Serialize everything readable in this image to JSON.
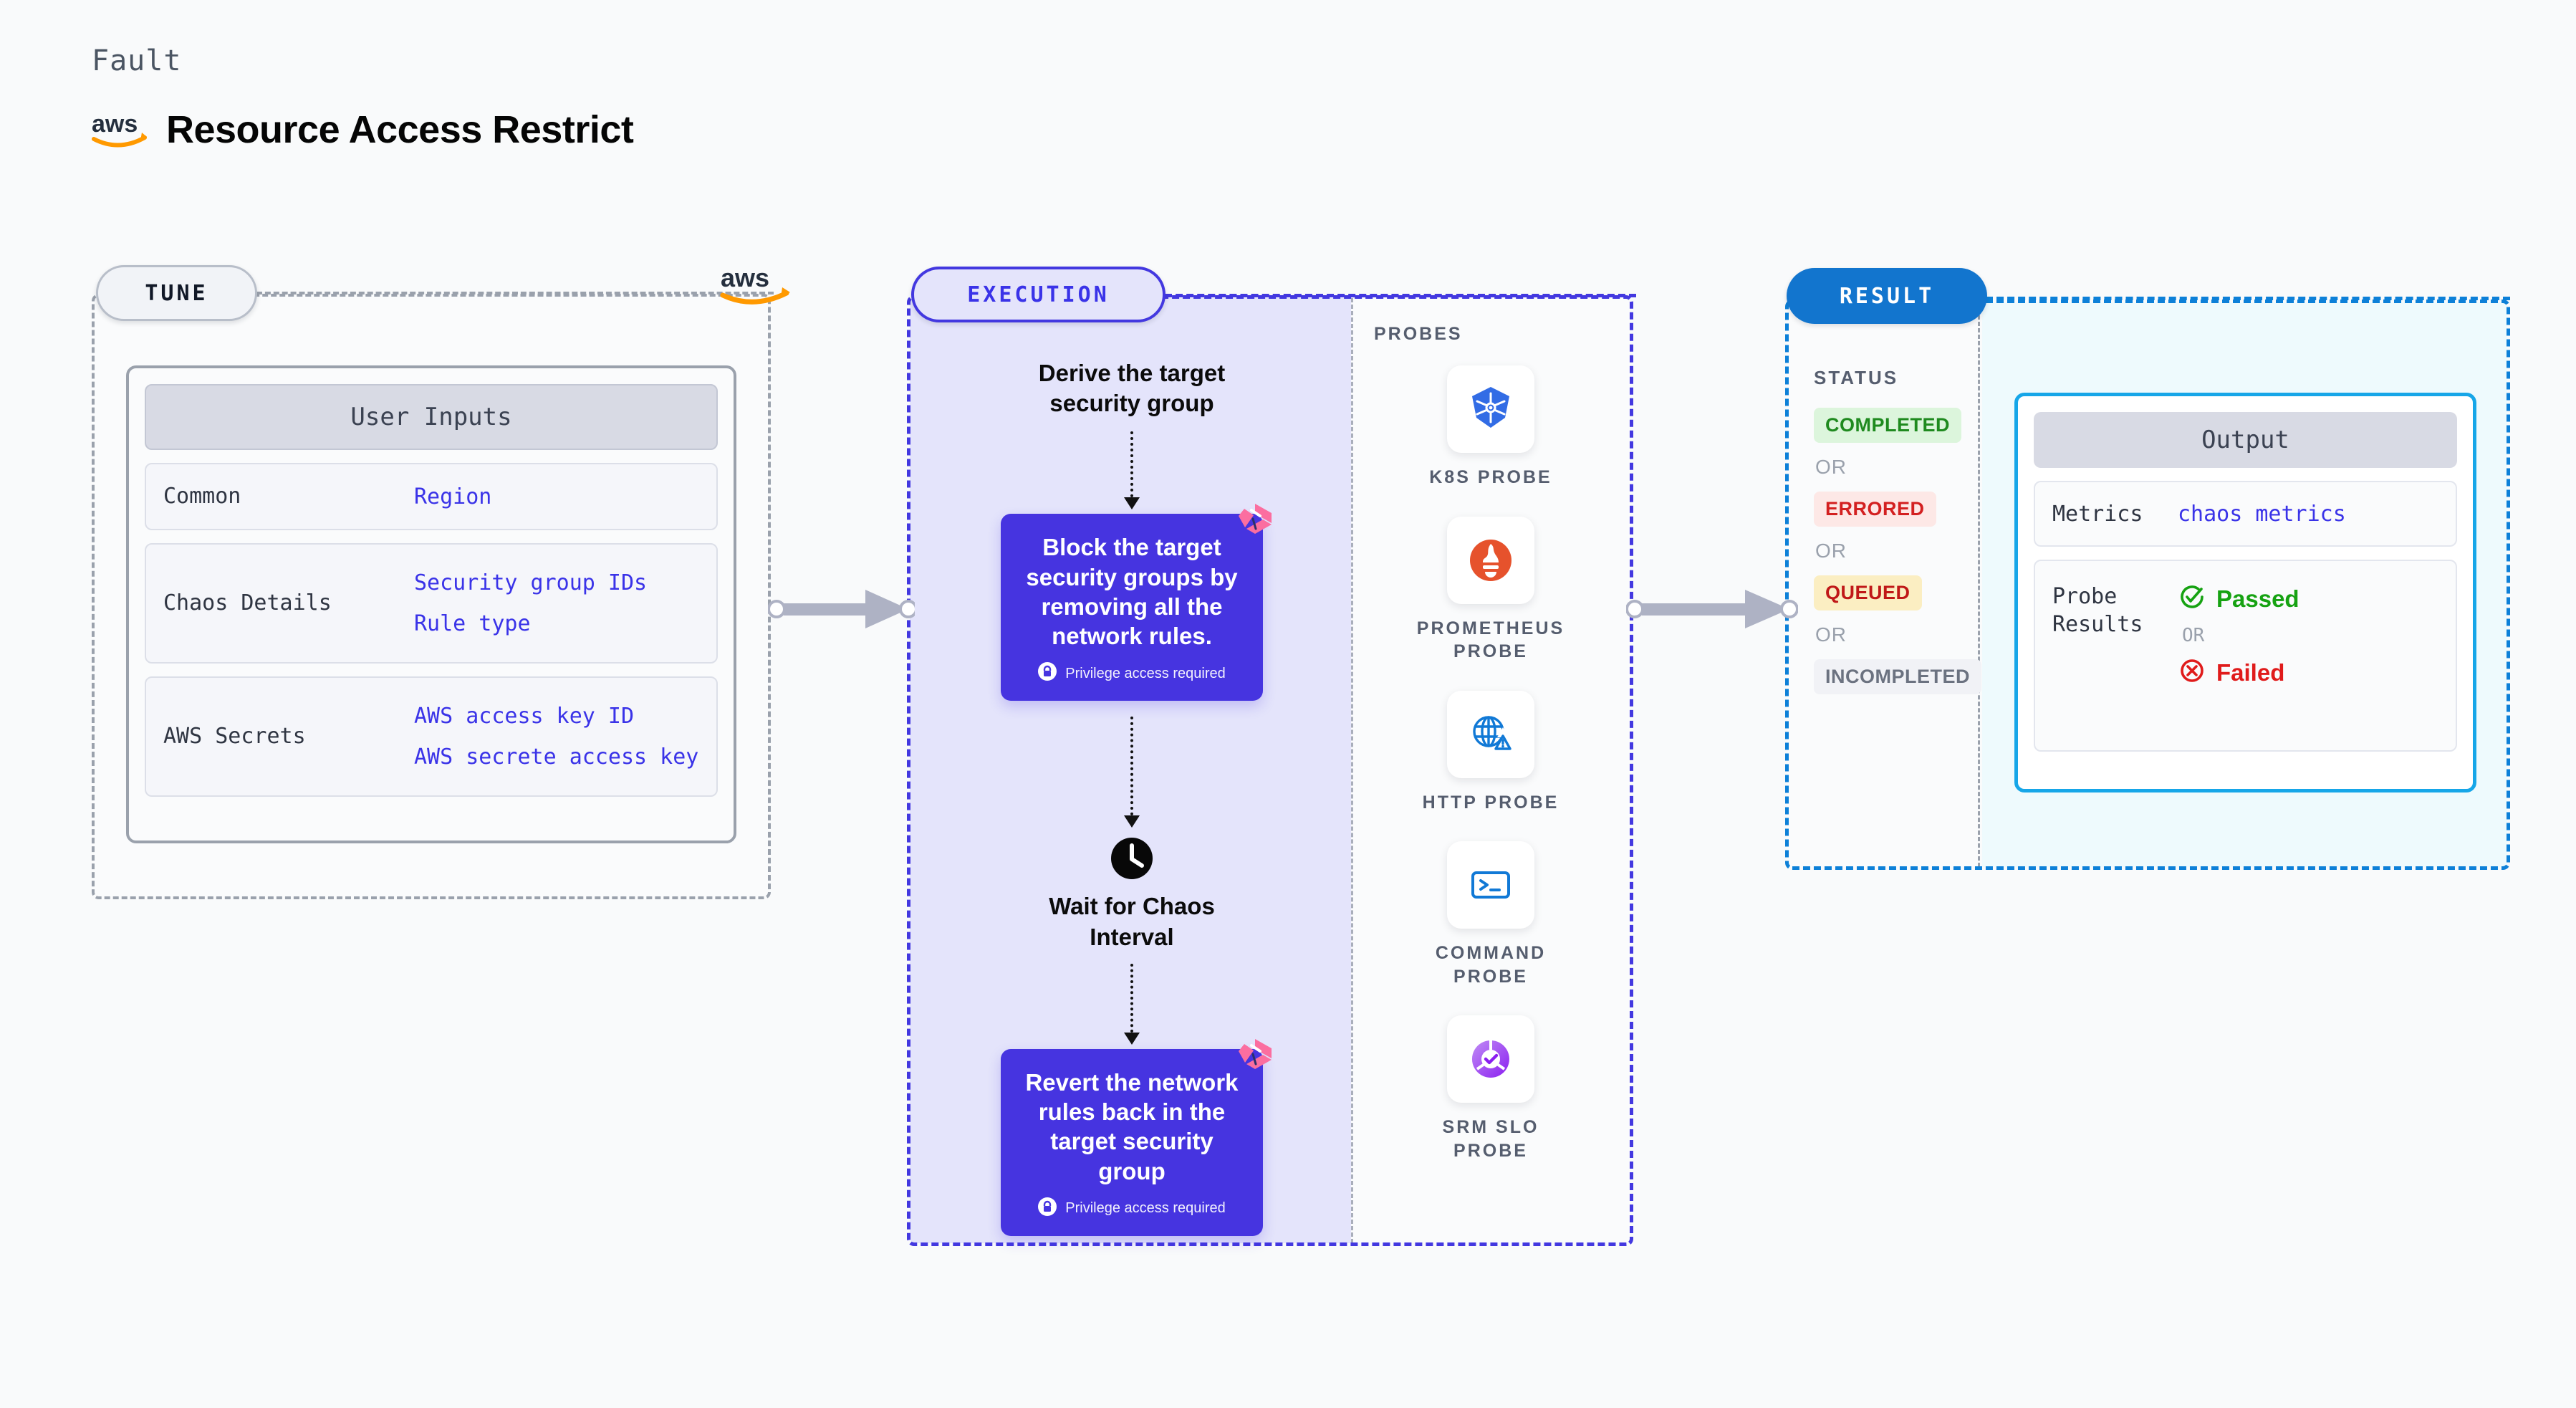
{
  "header": {
    "kicker": "Fault",
    "title": "Resource Access Restrict",
    "logo_icon": "aws-logo"
  },
  "tune": {
    "pill_label": "TUNE",
    "edge_logo_icon": "aws-logo",
    "card_title": "User Inputs",
    "rows": [
      {
        "key": "Common",
        "values": [
          "Region"
        ]
      },
      {
        "key": "Chaos Details",
        "values": [
          "Security group IDs",
          "Rule type"
        ]
      },
      {
        "key": "AWS Secrets",
        "values": [
          "AWS access key ID",
          "AWS secrete access key"
        ]
      }
    ]
  },
  "execution": {
    "pill_label": "EXECUTION",
    "steps": {
      "derive": "Derive the target\nsecurity group",
      "block": "Block the target security groups by removing all the network rules.",
      "wait": "Wait for Chaos\nInterval",
      "revert": "Revert the network rules back in the target security group"
    },
    "privilege_note": "Privilege access required",
    "lock_icon": "lock-icon",
    "clock_icon": "clock-icon",
    "chaos_badge_icon": "litmus-chaos-badge-icon"
  },
  "probes": {
    "title": "PROBES",
    "items": [
      {
        "label": "K8S PROBE",
        "icon": "kubernetes-icon"
      },
      {
        "label": "PROMETHEUS\nPROBE",
        "icon": "prometheus-icon"
      },
      {
        "label": "HTTP PROBE",
        "icon": "http-globe-warning-icon"
      },
      {
        "label": "COMMAND\nPROBE",
        "icon": "terminal-icon"
      },
      {
        "label": "SRM SLO\nPROBE",
        "icon": "srm-slo-donut-check-icon"
      }
    ]
  },
  "result": {
    "pill_label": "RESULT",
    "status_title": "STATUS",
    "or_label": "OR",
    "statuses": [
      {
        "label": "COMPLETED",
        "color": "#1f8a1f",
        "bg": "#dcf5dc"
      },
      {
        "label": "ERRORED",
        "color": "#d32020",
        "bg": "#fde8e6"
      },
      {
        "label": "QUEUED",
        "color": "#c01818",
        "bg": "#fbeec2"
      },
      {
        "label": "INCOMPLETED",
        "color": "#6b7280",
        "bg": "#f1f2f6"
      }
    ],
    "output": {
      "title": "Output",
      "metrics_key": "Metrics",
      "metrics_value": "chaos metrics",
      "probe_results_key": "Probe\nResults",
      "passed_label": "Passed",
      "failed_label": "Failed",
      "or_label": "OR",
      "passed_color": "#16a212",
      "failed_color": "#e01b1b",
      "passed_icon": "check-circle-icon",
      "failed_icon": "x-circle-icon"
    }
  },
  "connectors": {
    "tune_to_execution_icon": "arrow-right-icon",
    "execution_to_result_icon": "arrow-right-icon"
  },
  "colors": {
    "accent_indigo": "#4338e0",
    "card_purple": "#4634e0",
    "result_blue": "#0d80d8",
    "aws_orange": "#f90"
  }
}
